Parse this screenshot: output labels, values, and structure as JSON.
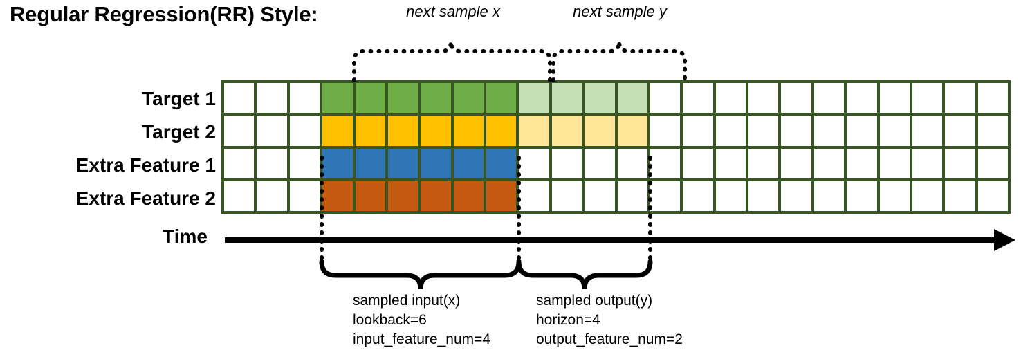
{
  "title": "Regular Regression(RR) Style:",
  "axis": {
    "time_label": "Time",
    "arrow_icon": "right-arrow-icon"
  },
  "rows": [
    {
      "label": "Target 1",
      "key": "target-1"
    },
    {
      "label": "Target 2",
      "key": "target-2"
    },
    {
      "label": "Extra Feature 1",
      "key": "extra-feature-1"
    },
    {
      "label": "Extra Feature 2",
      "key": "extra-feature-2"
    }
  ],
  "annotations": {
    "top_left": "next sample x",
    "top_right": "next sample y",
    "bottom_left": {
      "line1": "sampled input(x)",
      "line2": "lookback=6",
      "line3": "input_feature_num=4"
    },
    "bottom_right": {
      "line1": "sampled output(y)",
      "line2": "horizon=4",
      "line3": "output_feature_num=2"
    }
  },
  "colors": {
    "grid_border": "#375623",
    "target1_input": "#6FAE46",
    "target1_output": "#C5E0B4",
    "target2_input": "#FFC000",
    "target2_output": "#FFE699",
    "extra1_input": "#2E75B6",
    "extra2_input": "#C55A11",
    "empty": "#FFFFFF"
  },
  "chart_data": {
    "type": "heatmap",
    "title": "Regular Regression(RR) Style:",
    "xlabel": "Time",
    "ylabel": "",
    "columns": 24,
    "rows": 4,
    "row_labels": [
      "Target 1",
      "Target 2",
      "Extra Feature 1",
      "Extra Feature 2"
    ],
    "lookback": 6,
    "horizon": 4,
    "input_feature_num": 4,
    "output_feature_num": 2,
    "input_start_column": 4,
    "input_end_column": 9,
    "output_start_column": 10,
    "output_end_column": 13,
    "grid": [
      [
        "empty",
        "empty",
        "empty",
        "target1_input",
        "target1_input",
        "target1_input",
        "target1_input",
        "target1_input",
        "target1_input",
        "target1_output",
        "target1_output",
        "target1_output",
        "target1_output",
        "empty",
        "empty",
        "empty",
        "empty",
        "empty",
        "empty",
        "empty",
        "empty",
        "empty",
        "empty",
        "empty"
      ],
      [
        "empty",
        "empty",
        "empty",
        "target2_input",
        "target2_input",
        "target2_input",
        "target2_input",
        "target2_input",
        "target2_input",
        "target2_output",
        "target2_output",
        "target2_output",
        "target2_output",
        "empty",
        "empty",
        "empty",
        "empty",
        "empty",
        "empty",
        "empty",
        "empty",
        "empty",
        "empty",
        "empty"
      ],
      [
        "empty",
        "empty",
        "empty",
        "extra1_input",
        "extra1_input",
        "extra1_input",
        "extra1_input",
        "extra1_input",
        "extra1_input",
        "empty",
        "empty",
        "empty",
        "empty",
        "empty",
        "empty",
        "empty",
        "empty",
        "empty",
        "empty",
        "empty",
        "empty",
        "empty",
        "empty",
        "empty"
      ],
      [
        "empty",
        "empty",
        "empty",
        "extra2_input",
        "extra2_input",
        "extra2_input",
        "extra2_input",
        "extra2_input",
        "extra2_input",
        "empty",
        "empty",
        "empty",
        "empty",
        "empty",
        "empty",
        "empty",
        "empty",
        "empty",
        "empty",
        "empty",
        "empty",
        "empty",
        "empty",
        "empty"
      ]
    ],
    "legend": [],
    "grid_on": true
  }
}
